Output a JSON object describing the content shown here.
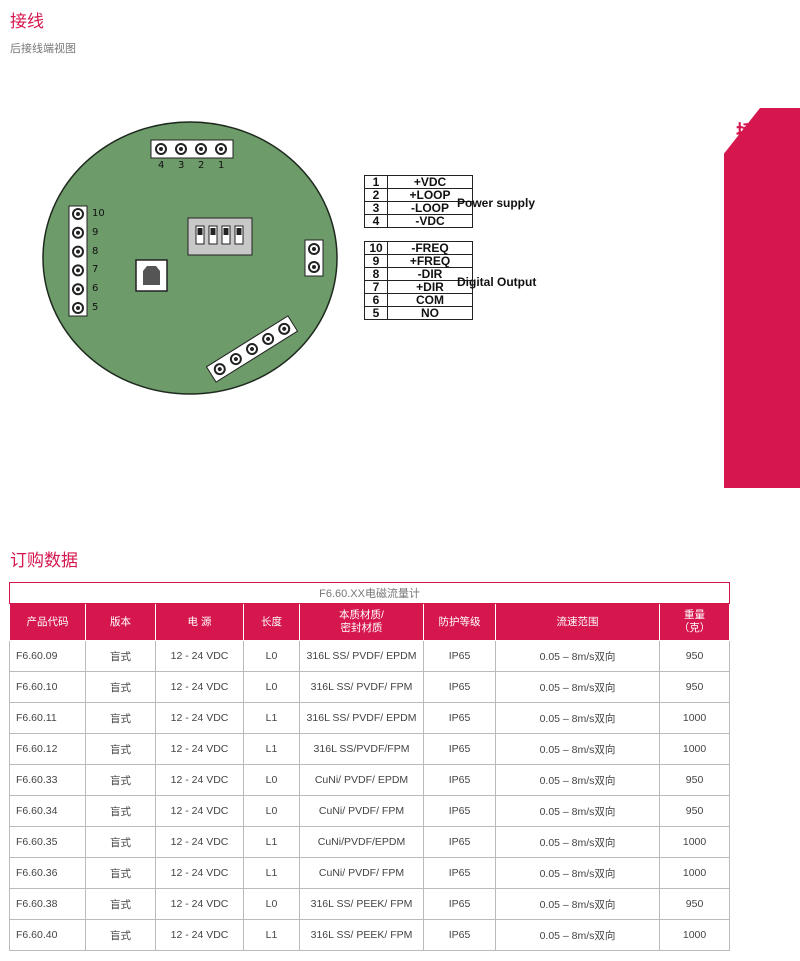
{
  "wiring": {
    "title": "接线",
    "subtitle": "后接线端视图",
    "top_pins": [
      "4",
      "3",
      "2",
      "1"
    ],
    "left_pins": [
      "10",
      "9",
      "8",
      "7",
      "6",
      "5"
    ],
    "power": {
      "caption": "Power supply",
      "rows": [
        {
          "num": "1",
          "signal": "+VDC"
        },
        {
          "num": "2",
          "signal": "+LOOP"
        },
        {
          "num": "3",
          "signal": "-LOOP"
        },
        {
          "num": "4",
          "signal": "-VDC"
        }
      ]
    },
    "digital": {
      "caption": "Digital Output",
      "rows": [
        {
          "num": "10",
          "signal": "-FREQ"
        },
        {
          "num": "9",
          "signal": "+FREQ"
        },
        {
          "num": "8",
          "signal": "-DIR"
        },
        {
          "num": "7",
          "signal": "+DIR"
        },
        {
          "num": "6",
          "signal": "COM"
        },
        {
          "num": "5",
          "signal": "NO"
        }
      ]
    }
  },
  "side_tab": {
    "text": "插入式流量传感器"
  },
  "order": {
    "title": "订购数据",
    "caption": "F6.60.XX电磁流量计",
    "headers": [
      "产品代码",
      "版本",
      "电 源",
      "长度",
      "本质材质/\n密封材质",
      "防护等级",
      "流速范围",
      "重量\n（克）"
    ],
    "rows": [
      [
        "F6.60.09",
        "盲式",
        "12 - 24 VDC",
        "L0",
        "316L SS/ PVDF/ EPDM",
        "IP65",
        "0.05 – 8m/s双向",
        "950"
      ],
      [
        "F6.60.10",
        "盲式",
        "12 - 24 VDC",
        "L0",
        "316L SS/ PVDF/ FPM",
        "IP65",
        "0.05 – 8m/s双向",
        "950"
      ],
      [
        "F6.60.11",
        "盲式",
        "12 - 24 VDC",
        "L1",
        "316L SS/ PVDF/ EPDM",
        "IP65",
        "0.05 – 8m/s双向",
        "1000"
      ],
      [
        "F6.60.12",
        "盲式",
        "12 - 24 VDC",
        "L1",
        "316L SS/PVDF/FPM",
        "IP65",
        "0.05 – 8m/s双向",
        "1000"
      ],
      [
        "F6.60.33",
        "盲式",
        "12 - 24 VDC",
        "L0",
        "CuNi/ PVDF/ EPDM",
        "IP65",
        "0.05 – 8m/s双向",
        "950"
      ],
      [
        "F6.60.34",
        "盲式",
        "12 - 24 VDC",
        "L0",
        "CuNi/ PVDF/ FPM",
        "IP65",
        "0.05 – 8m/s双向",
        "950"
      ],
      [
        "F6.60.35",
        "盲式",
        "12 - 24 VDC",
        "L1",
        "CuNi/PVDF/EPDM",
        "IP65",
        "0.05 – 8m/s双向",
        "1000"
      ],
      [
        "F6.60.36",
        "盲式",
        "12 - 24 VDC",
        "L1",
        "CuNi/ PVDF/ FPM",
        "IP65",
        "0.05 – 8m/s双向",
        "1000"
      ],
      [
        "F6.60.38",
        "盲式",
        "12 - 24 VDC",
        "L0",
        "316L SS/ PEEK/ FPM",
        "IP65",
        "0.05 – 8m/s双向",
        "950"
      ],
      [
        "F6.60.40",
        "盲式",
        "12 - 24 VDC",
        "L1",
        "316L SS/ PEEK/ FPM",
        "IP65",
        "0.05 – 8m/s双向",
        "1000"
      ]
    ]
  },
  "colors": {
    "accent": "#d6174e",
    "board": "#6e9b6a",
    "connector": "#ffffff"
  }
}
